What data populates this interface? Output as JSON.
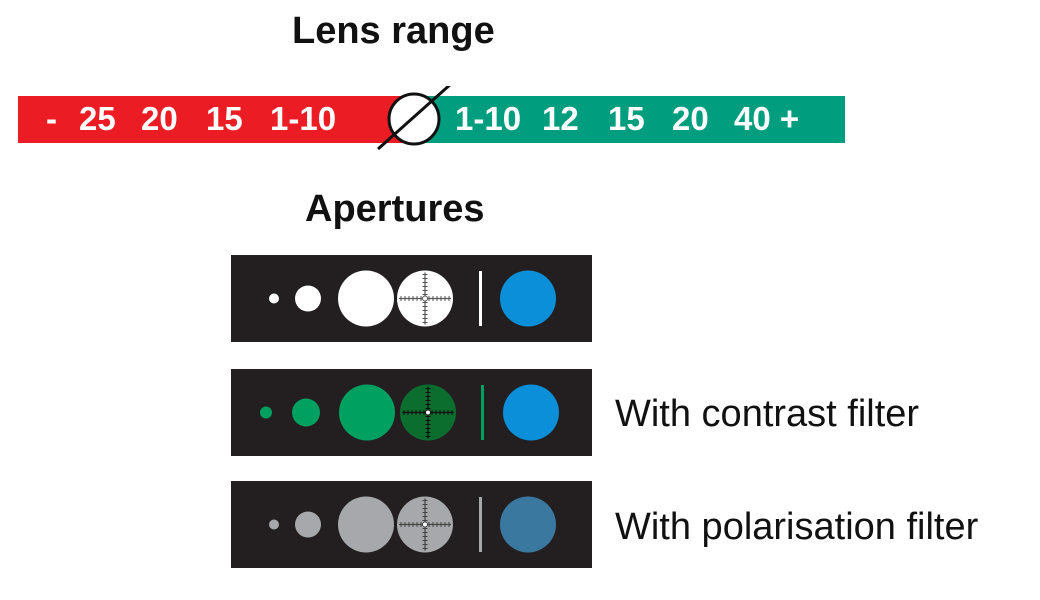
{
  "lens_range": {
    "title": "Lens range",
    "negative_labels": [
      "-",
      "25",
      "20",
      "15",
      "1-10"
    ],
    "positive_labels": [
      "1-10",
      "12",
      "15",
      "20",
      "40 +"
    ],
    "negative_color": "#ec1c24",
    "positive_color": "#009e7e",
    "zero_symbol_icon": "empty-set-icon"
  },
  "apertures": {
    "title": "Apertures",
    "panels": [
      {
        "id": "plain",
        "caption": "",
        "dot_color": "#ffffff",
        "reticle_color": "#ffffff",
        "reticle_line": "#555555",
        "divider_color": "#ffffff",
        "blue_color": "#0a8fd8"
      },
      {
        "id": "contrast",
        "caption": "With contrast filter",
        "dot_color": "#00a060",
        "reticle_color": "#0b6e2e",
        "reticle_line": "#111111",
        "divider_color": "#00a060",
        "blue_color": "#0a8fd8"
      },
      {
        "id": "polar",
        "caption": "With polarisation filter",
        "dot_color": "#a6a8ab",
        "reticle_color": "#a6a8ab",
        "reticle_line": "#444444",
        "divider_color": "#a6a8ab",
        "blue_color": "#3a78a0"
      }
    ]
  }
}
